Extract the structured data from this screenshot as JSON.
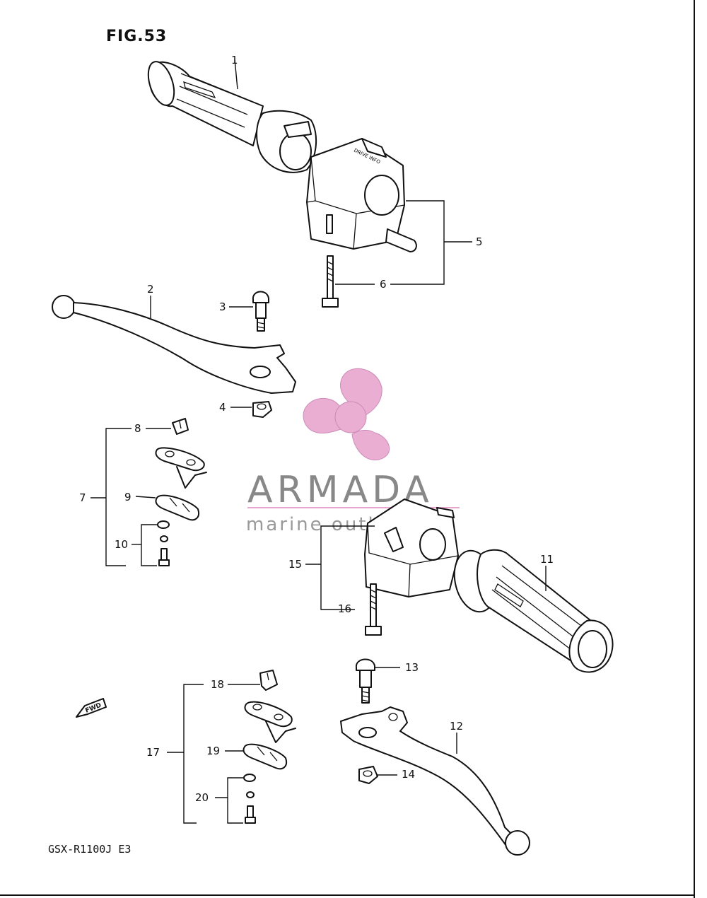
{
  "figure": {
    "title": "FIG.53",
    "model": "GSX-R1100J  E3"
  },
  "watermark": {
    "brand": "ARMADA",
    "tagline": "marine outboards",
    "accent": "#e8a6cf",
    "text_color": "#8a8a8a"
  },
  "direction_marker": {
    "label": "FWD"
  },
  "callouts": [
    "1",
    "2",
    "3",
    "4",
    "5",
    "6",
    "7",
    "8",
    "9",
    "10",
    "11",
    "12",
    "13",
    "14",
    "15",
    "16",
    "17",
    "18",
    "19",
    "20"
  ],
  "colors": {
    "ink": "#111111",
    "background": "#ffffff"
  }
}
